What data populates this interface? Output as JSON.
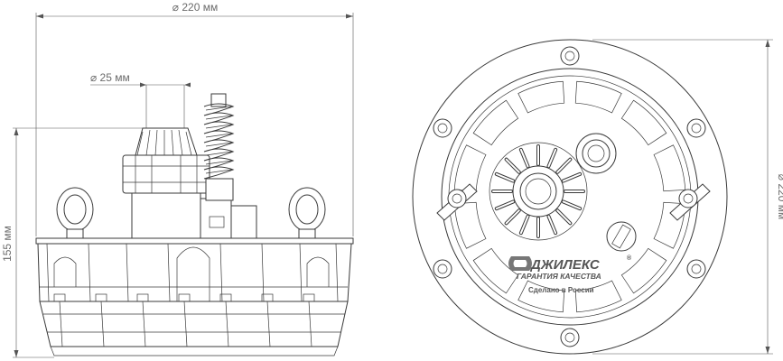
{
  "dimensions": {
    "top_width": "⌀ 220 мм",
    "fitting": "⌀ 25 мм",
    "height": "155 мм",
    "right_diameter": "⌀ 220 мм"
  },
  "logo": {
    "brand": "ДЖИЛЕКС",
    "registered": "®",
    "guarantee": "ГАРАНТИЯ КАЧЕСТВА",
    "made_in": "Сделано в России"
  },
  "colors": {
    "stroke": "#3a3a3a",
    "dimension_text": "#6b6b6b",
    "background": "#ffffff"
  }
}
